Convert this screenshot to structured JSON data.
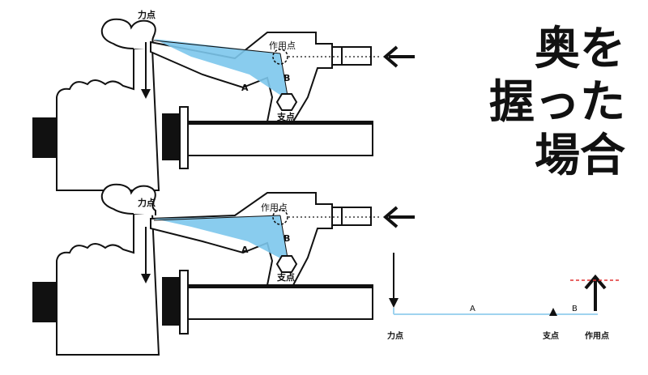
{
  "title_lines": [
    "奥を",
    "握った",
    "場合"
  ],
  "top_panel": {
    "force_point": "力点",
    "action_point": "作用点",
    "fulcrum": "支点",
    "label_a": "A",
    "label_b": "B"
  },
  "bottom_panel": {
    "force_point": "力点",
    "action_point": "作用点",
    "fulcrum": "支点",
    "label_a": "A",
    "label_b": "B"
  },
  "lever_diagram": {
    "label_a": "A",
    "label_b": "B",
    "force_point": "力点",
    "fulcrum": "支点",
    "action_point": "作用点"
  },
  "colors": {
    "highlight": "#7cc6ec",
    "lever_line": "#9fd3ef",
    "dashed_marker": "#e03030",
    "ink": "#111111"
  }
}
